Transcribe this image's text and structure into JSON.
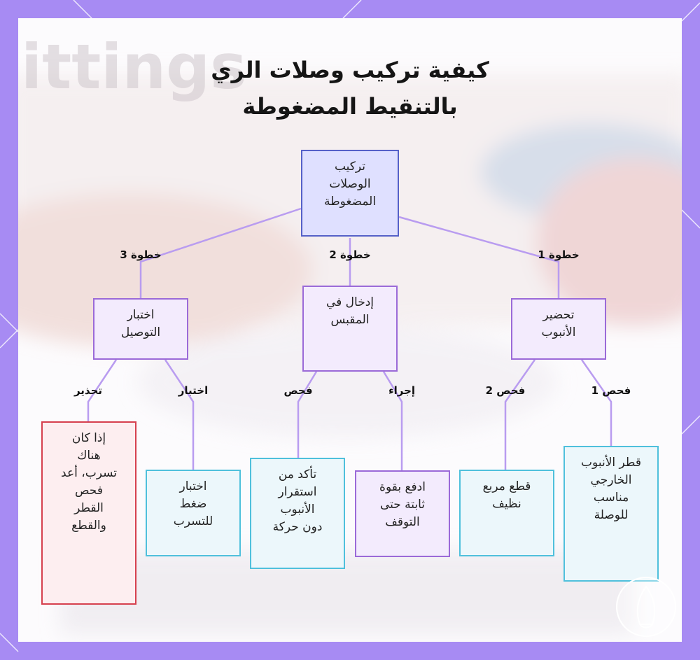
{
  "title": {
    "line1": "كيفية تركيب وصلات الري",
    "line2": "بالتنقيط المضغوطة"
  },
  "background": {
    "watermark_text": "ittings"
  },
  "colors": {
    "frame": "#a78bf3",
    "root_border": "#5561c8",
    "root_fill": "#dfe0ff",
    "step_border": "#9b6ad8",
    "step_fill": "#f3ebfd",
    "check_border": "#4fc0dc",
    "check_fill": "#ecf7fb",
    "warning_border": "#d6404e",
    "warning_fill": "#fdeef0",
    "edge": "#b99cf0"
  },
  "nodes": {
    "root": {
      "lines": [
        "تركيب",
        "الوصلات",
        "المضغوطة"
      ]
    },
    "step1": {
      "lines": [
        "تحضير",
        "الأنبوب"
      ]
    },
    "step2": {
      "lines": [
        "إدخال في",
        "المقبس"
      ]
    },
    "step3": {
      "lines": [
        "اختبار",
        "التوصيل"
      ]
    },
    "check1": {
      "lines": [
        "قطر الأنبوب",
        "الخارجي",
        "مناسب",
        "للوصلة"
      ]
    },
    "check2": {
      "lines": [
        "قطع مربع",
        "نظيف"
      ]
    },
    "push": {
      "lines": [
        "ادفع بقوة",
        "ثابتة حتى",
        "التوقف"
      ]
    },
    "verify": {
      "lines": [
        "تأكد من",
        "استقرار",
        "الأنبوب",
        "دون حركة"
      ]
    },
    "test": {
      "lines": [
        "اختبار",
        "ضغط",
        "للتسرب"
      ]
    },
    "warning": {
      "lines": [
        "إذا كان",
        "هناك",
        "تسرب، أعد",
        "فحص",
        "القطر",
        "والقطع"
      ]
    }
  },
  "edges": {
    "step1": "خطوة 1",
    "step2": "خطوة 2",
    "step3": "خطوة 3",
    "check1": "فحص 1",
    "check2": "فحص 2",
    "push": "إجراء",
    "verify": "فحص",
    "test": "اختبار",
    "warning": "تحذير"
  }
}
